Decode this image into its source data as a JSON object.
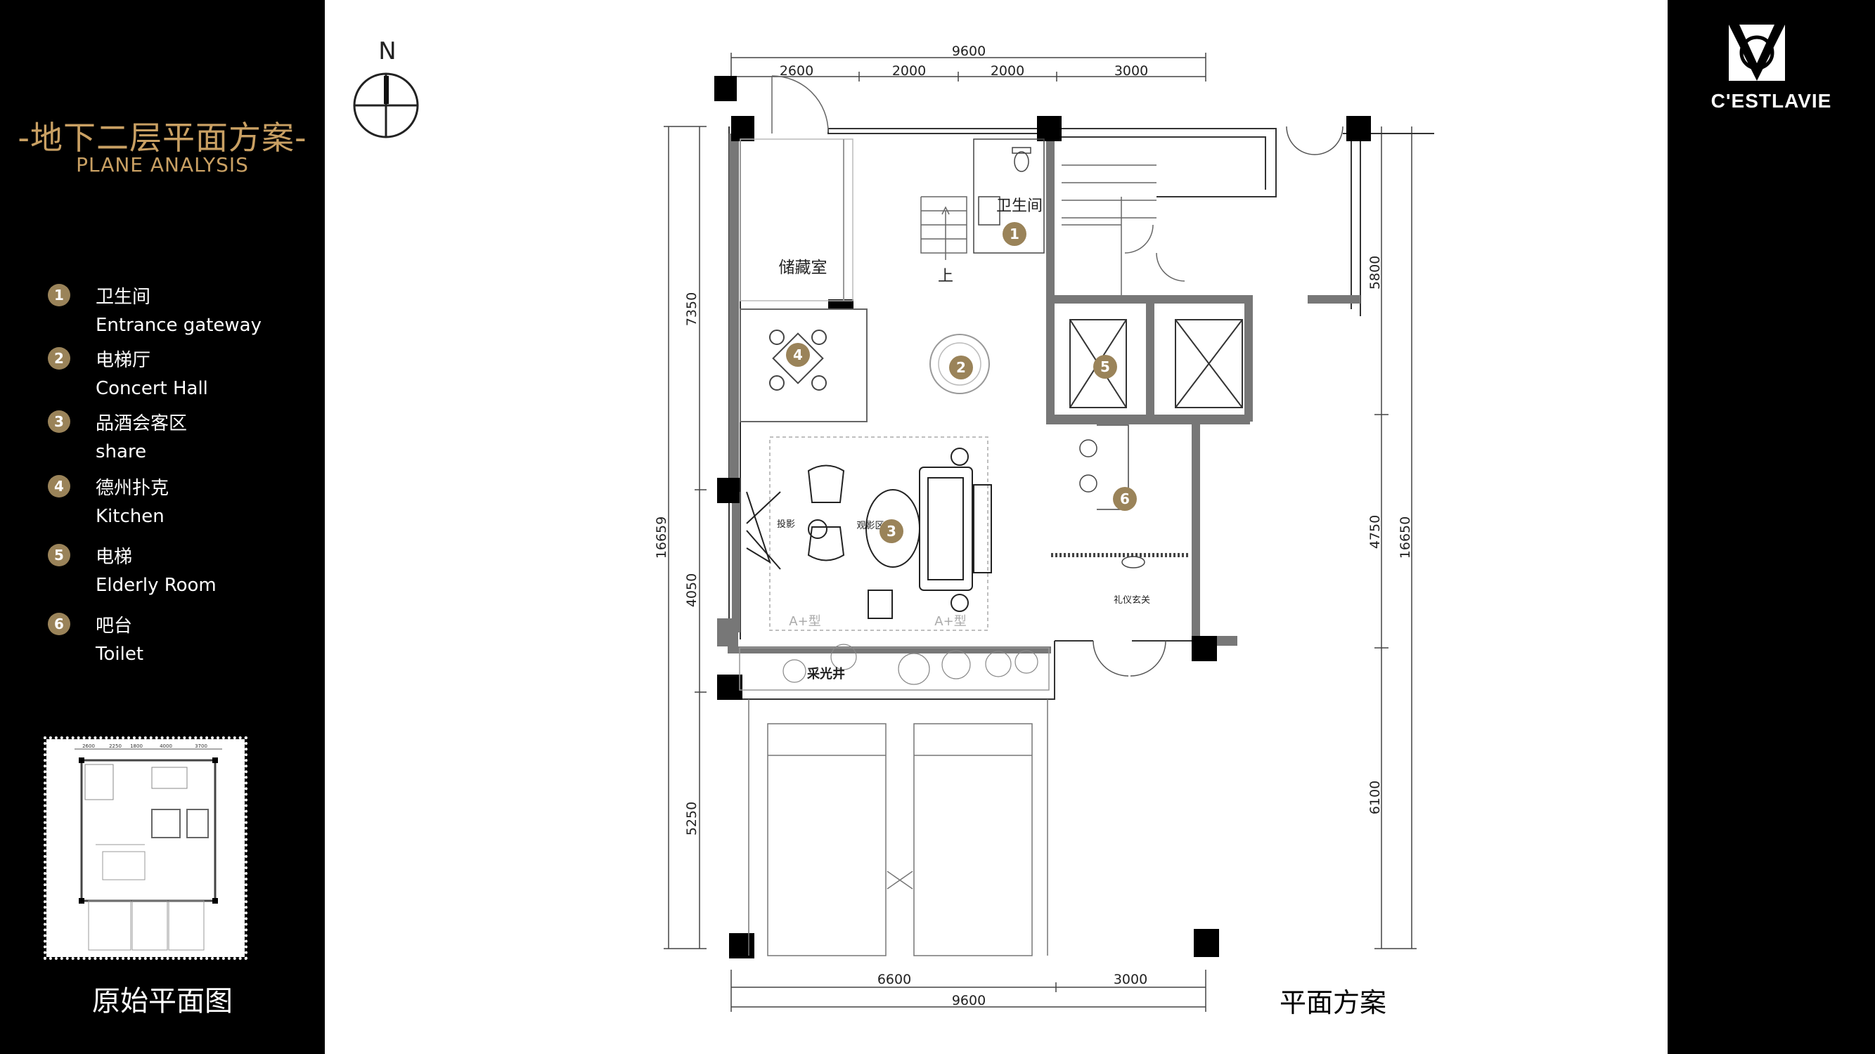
{
  "header": {
    "title_zh": "-地下二层平面方案-",
    "title_en": "PLANE ANALYSIS"
  },
  "legend": [
    {
      "num": "1",
      "zh": "卫生间",
      "en": "Entrance gateway"
    },
    {
      "num": "2",
      "zh": "电梯厅",
      "en": "Concert Hall"
    },
    {
      "num": "3",
      "zh": "品酒会客区",
      "en": "share"
    },
    {
      "num": "4",
      "zh": "德州扑克",
      "en": "Kitchen"
    },
    {
      "num": "5",
      "zh": "电梯",
      "en": "Elderly Room"
    },
    {
      "num": "6",
      "zh": "吧台",
      "en": "Toilet"
    }
  ],
  "thumbnail": {
    "caption": "原始平面图",
    "dims": [
      "2600",
      "2250",
      "1800",
      "4000",
      "3700"
    ]
  },
  "brand": {
    "logo_text": "C'ESTLAVIE",
    "accent_color": "#c9a063",
    "marker_color": "#9a8359"
  },
  "compass": {
    "label": "N"
  },
  "plan": {
    "caption": "平面方案",
    "dims_top_total": "9600",
    "dims_top": [
      "2600",
      "2000",
      "2000",
      "3000"
    ],
    "dims_bottom": [
      "6600",
      "3000"
    ],
    "dims_bottom_total": "9600",
    "dims_left": [
      "7350",
      "4050",
      "5250"
    ],
    "dims_left_total": "16659",
    "dims_right": [
      "5800",
      "4750",
      "6100"
    ],
    "dims_right_total": "16650",
    "rooms": {
      "storage": "储藏室",
      "bathroom": "卫生间",
      "stairs_up": "上",
      "skylight": "采光井",
      "projection": "投影",
      "viewing": "观影区",
      "ceremony": "礼仪玄关",
      "type_a_left": "A+型",
      "type_a_right": "A+型"
    },
    "markers": [
      "1",
      "2",
      "3",
      "4",
      "5",
      "6"
    ]
  }
}
